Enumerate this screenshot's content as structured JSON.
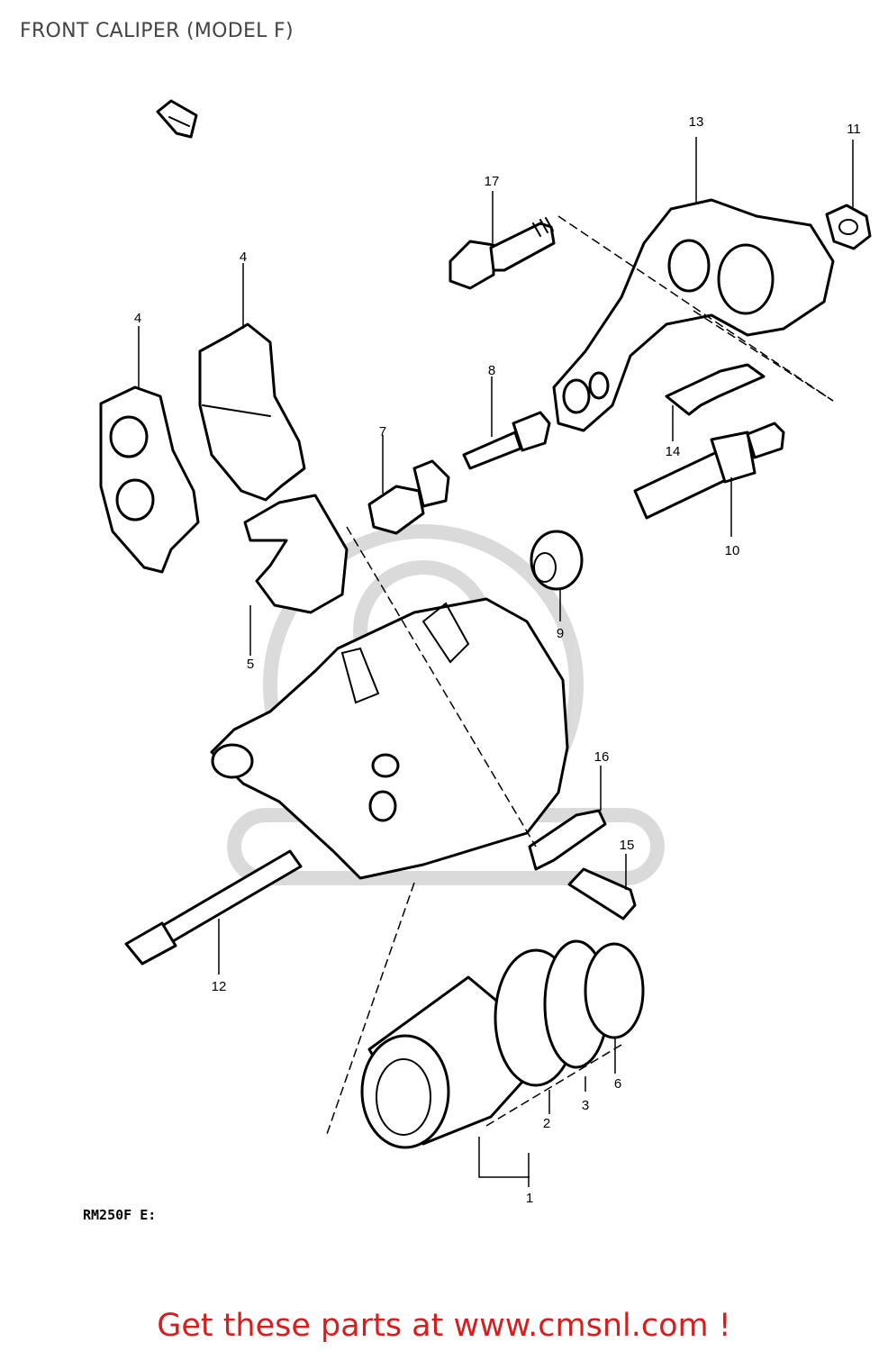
{
  "page": {
    "title": "FRONT CALIPER (MODEL F)"
  },
  "diagram": {
    "callouts": [
      {
        "id": "c1",
        "text": "1"
      },
      {
        "id": "c2",
        "text": "2"
      },
      {
        "id": "c3",
        "text": "3"
      },
      {
        "id": "c4a",
        "text": "4"
      },
      {
        "id": "c4b",
        "text": "4"
      },
      {
        "id": "c5",
        "text": "5"
      },
      {
        "id": "c6",
        "text": "6"
      },
      {
        "id": "c7",
        "text": "7"
      },
      {
        "id": "c8",
        "text": "8"
      },
      {
        "id": "c9",
        "text": "9"
      },
      {
        "id": "c10",
        "text": "10"
      },
      {
        "id": "c11",
        "text": "11"
      },
      {
        "id": "c12",
        "text": "12"
      },
      {
        "id": "c13",
        "text": "13"
      },
      {
        "id": "c14",
        "text": "14"
      },
      {
        "id": "c15",
        "text": "15"
      },
      {
        "id": "c16",
        "text": "16"
      },
      {
        "id": "c17",
        "text": "17"
      }
    ],
    "model_code": "RM250F E:"
  },
  "footer": {
    "cta": "Get these parts at www.cmsnl.com !",
    "cta_color": "#d61e1e"
  },
  "icons": {
    "direction_arrow": "front-arrow-icon",
    "watermark": "cmsnl-watermark-icon"
  }
}
